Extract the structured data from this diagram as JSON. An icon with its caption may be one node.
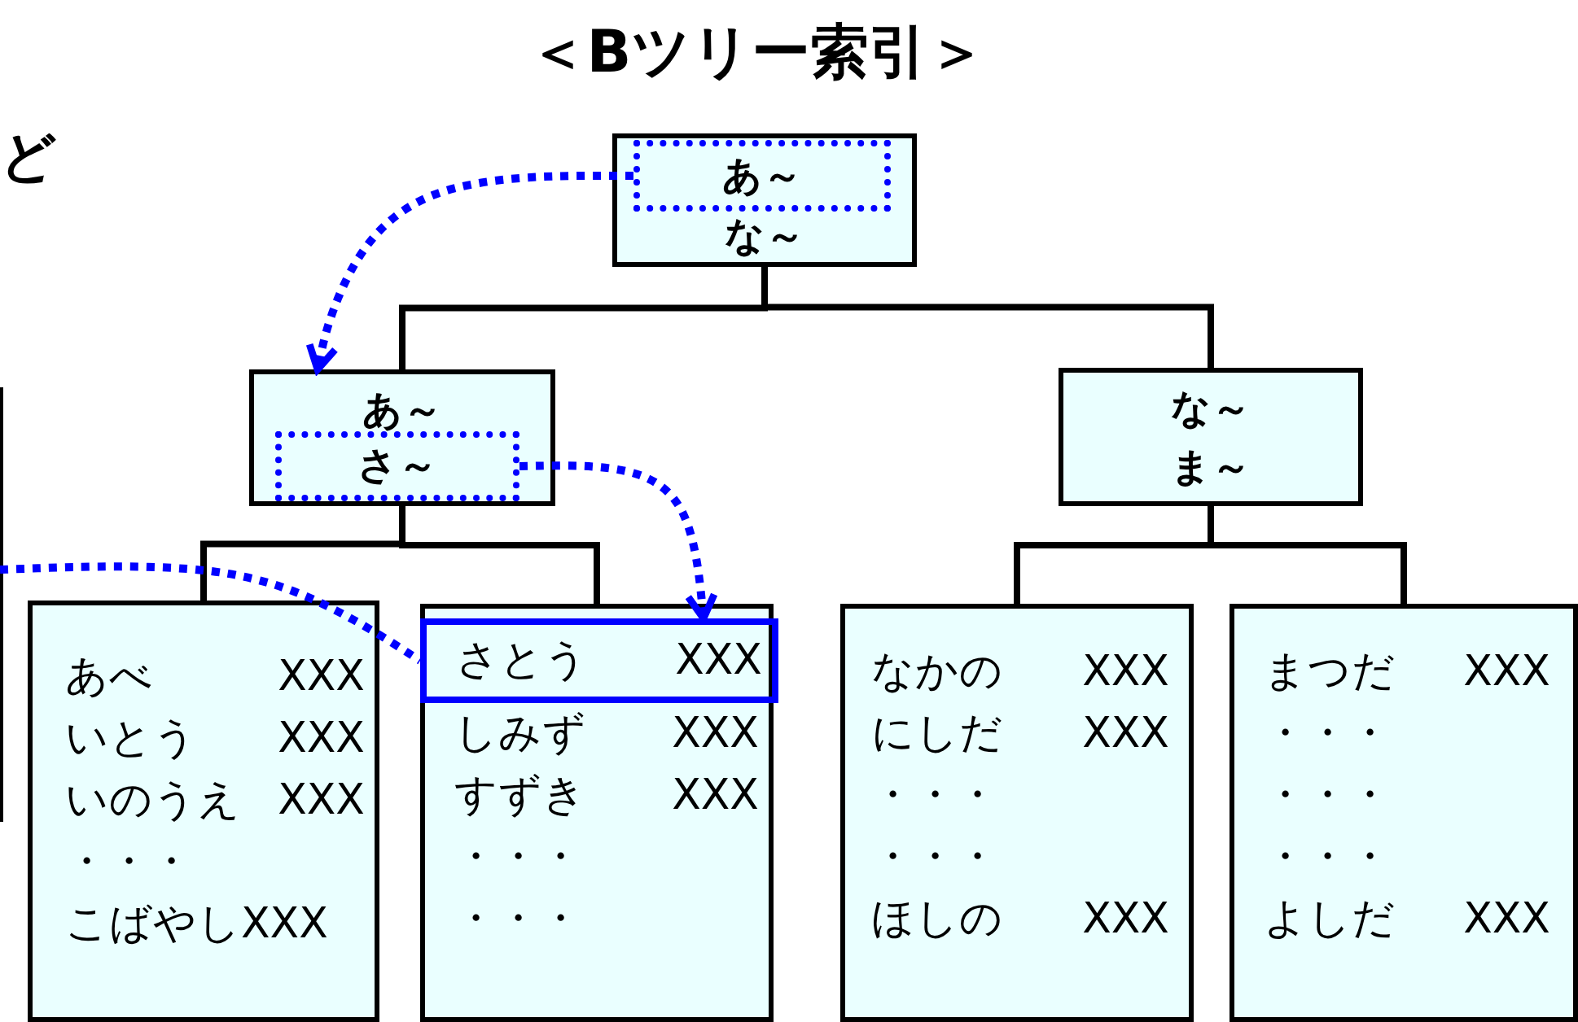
{
  "diagram": {
    "title": "＜Bツリー索引＞",
    "nodes": [
      {
        "text": [
          "な～"
        ]
      },
      {
        "text": [
          "あ～"
        ],
        "in": 0
      },
      {
        "text": [
          "あ～"
        ]
      },
      {
        "text": [
          "さ～"
        ],
        "in": 2
      },
      {
        "text": [
          "な～",
          "ま～"
        ]
      },
      {
        "text": [
          "あべ XXX",
          "いとう XXX",
          "いのうえ XXX",
          "・・・",
          "こばやしXXX"
        ]
      },
      {
        "text": [
          "しみず XXX",
          "すずき XXX",
          "・・・",
          "・・・"
        ]
      },
      {
        "text": [
          "さとう XXX"
        ],
        "in": 6
      },
      {
        "text": [
          "なかの XXX",
          "にしだ XXX",
          "・・・",
          "・・・",
          "ほしの XXX"
        ]
      },
      {
        "text": [
          "まつだ XXX",
          "・・・",
          "・・・",
          "・・・",
          "よしだ XXX"
        ]
      }
    ],
    "edges": [
      {
        "from": 0,
        "to": 2,
        "arrow": "none"
      },
      {
        "from": 0,
        "to": 4,
        "arrow": "none"
      },
      {
        "from": 2,
        "to": 5,
        "arrow": "none"
      },
      {
        "from": 2,
        "to": 6,
        "arrow": "none"
      },
      {
        "from": 4,
        "to": 8,
        "arrow": "none"
      },
      {
        "from": 4,
        "to": 9,
        "arrow": "none"
      },
      {
        "from": 1,
        "to": 2,
        "arrow": "to",
        "style": "dashed",
        "color": "#0000ff"
      },
      {
        "from": 3,
        "to": 7,
        "arrow": "to",
        "style": "dashed",
        "color": "#0000ff"
      },
      {
        "from": null,
        "to": 7,
        "arrow": "none",
        "style": "dashed",
        "color": "#0000ff"
      }
    ],
    "labels": [
      "ど"
    ]
  }
}
